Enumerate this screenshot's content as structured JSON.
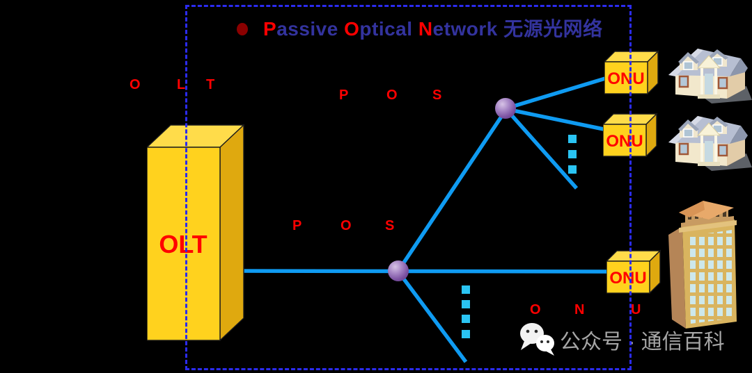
{
  "title": {
    "segments": [
      {
        "text": "P"
      },
      {
        "text": "assive "
      },
      {
        "text": "O"
      },
      {
        "text": "ptical "
      },
      {
        "text": "N"
      },
      {
        "text": "etwork"
      },
      {
        "text": "  无源光网络"
      }
    ]
  },
  "devices": {
    "olt": {
      "label": "OLT"
    },
    "onu1": {
      "label": "ONU"
    },
    "onu2": {
      "label": "ONU"
    },
    "onu3": {
      "label": "ONU"
    }
  },
  "annotations": {
    "olt_letters": [
      "O",
      "L",
      "T"
    ],
    "pos_upper": [
      "P",
      "O",
      "S"
    ],
    "pos_lower": [
      "P",
      "O",
      "S"
    ],
    "onu_letters": [
      "O",
      "N",
      "U"
    ]
  },
  "footer": {
    "wechat_text": "公众号 · 通信百科"
  },
  "icons": {
    "wechat": "wechat-chat-bubbles",
    "splitter": "purple-sphere-splitter",
    "house": "suburban-house",
    "building": "office-tower",
    "ellipsis": "cyan-square-dots"
  },
  "colors": {
    "bg": "#000000",
    "border_blue": "#2B2BF0",
    "line_blue": "#0F9BF2",
    "box_yellow": "#FFD21E",
    "box_yellow_top": "#FFDC4A",
    "box_yellow_side": "#DFA90F",
    "red": "#FF0000",
    "title_blue": "#33339E",
    "bullet_red": "#8B0000",
    "dot_cyan": "#2AC4F3",
    "footer_gray": "#A6A6A6",
    "splitter_purple": "#7C52A2"
  }
}
